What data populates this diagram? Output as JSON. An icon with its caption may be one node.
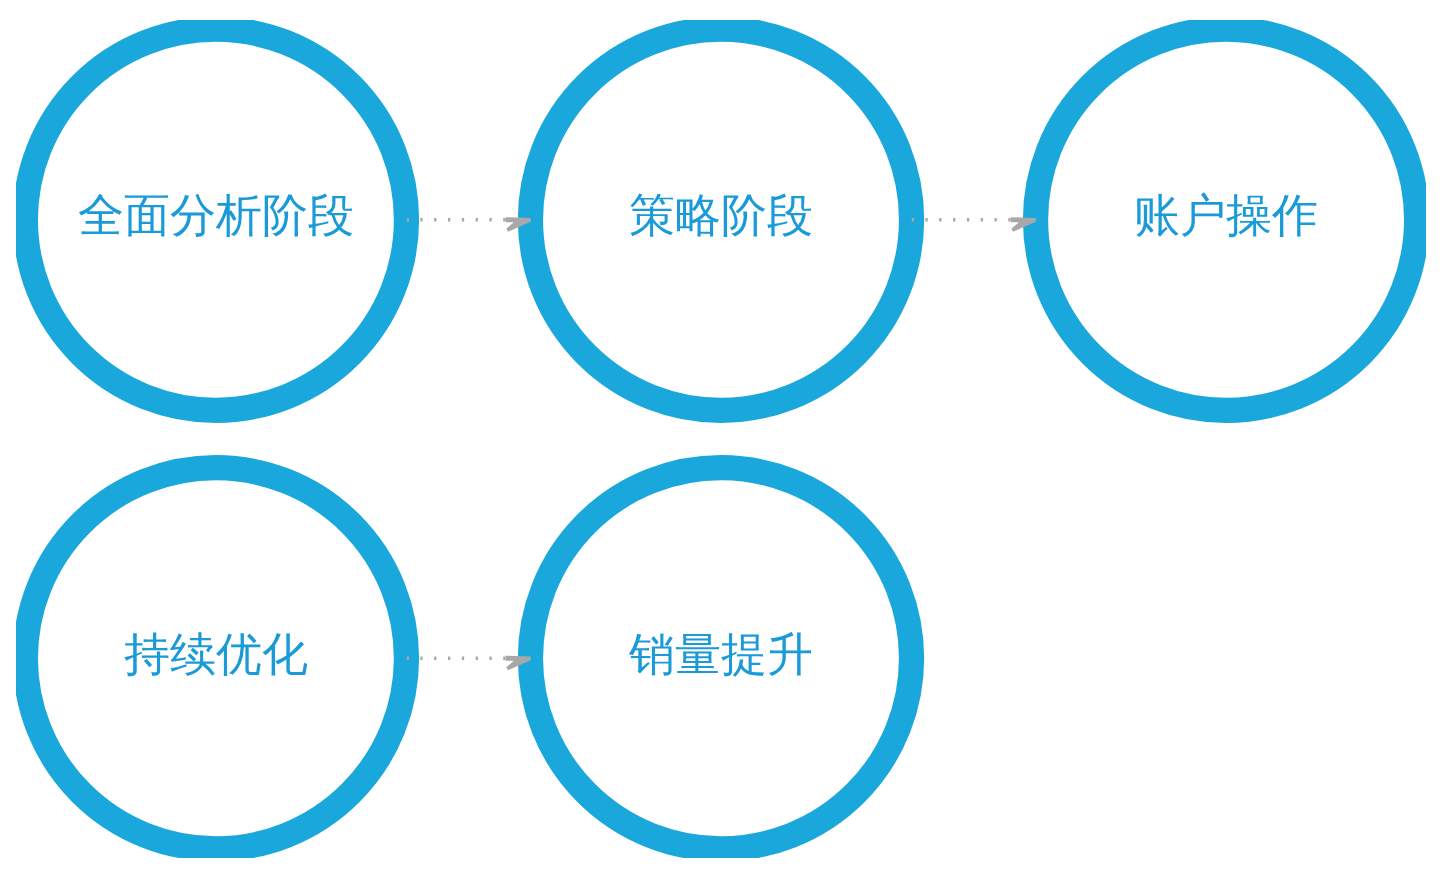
{
  "diagram": {
    "nodes": [
      {
        "text": [
          "全面分析阶段"
        ]
      },
      {
        "text": [
          "策略阶段"
        ]
      },
      {
        "text": [
          "账户操作"
        ]
      },
      {
        "text": [
          "持续优化"
        ]
      },
      {
        "text": [
          "销量提升"
        ]
      }
    ],
    "edges": [
      {
        "from": 0,
        "to": 1,
        "arrow": "to",
        "style": "dashed"
      },
      {
        "from": 1,
        "to": 2,
        "arrow": "to",
        "style": "dashed"
      },
      {
        "from": 3,
        "to": 4,
        "arrow": "to",
        "style": "dashed"
      }
    ]
  }
}
